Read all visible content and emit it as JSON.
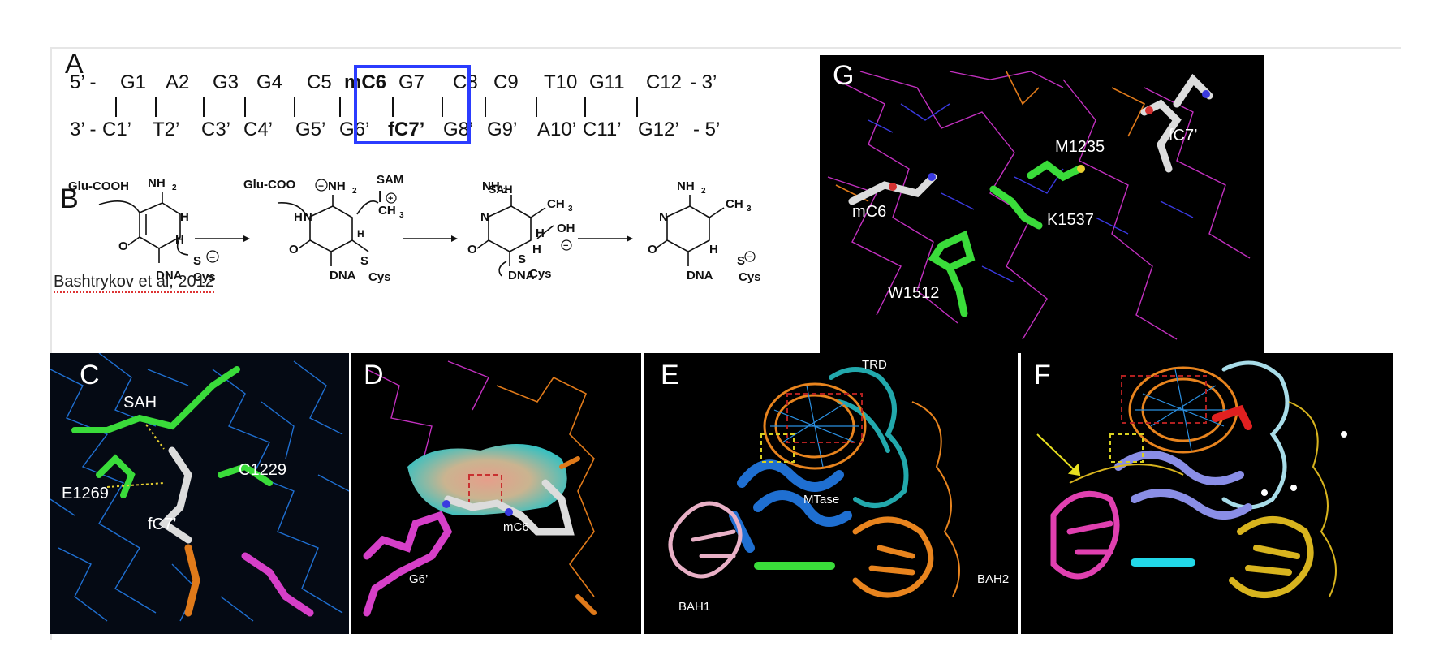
{
  "panels": {
    "A": {
      "letter": "A",
      "strand_top": [
        "5’ -",
        "G1",
        "A2",
        "G3",
        "G4",
        "C5",
        "mC6",
        "G7",
        "C8",
        "C9",
        "T10",
        "G11",
        "C12",
        "- 3’"
      ],
      "strand_bottom": [
        "3’ -",
        "C1’",
        "T2’",
        "C3’",
        "C4’",
        "G5’",
        "G6’",
        "fC7’",
        "G8’",
        "G9’",
        "A10’",
        "C11’",
        "G12’",
        "- 5’"
      ]
    },
    "B": {
      "letter": "B",
      "glu_cooh": "Glu-COOH",
      "glu_coo": "Glu-COO",
      "sam": "SAM",
      "ch3": "CH",
      "sah": "SAH",
      "nh2": "NH",
      "dna": "DNA",
      "cys": "Cys",
      "oh": "OH",
      "citation": "Bashtrykov et al, 2012"
    },
    "C": {
      "letter": "C",
      "labels": {
        "sah": "SAH",
        "e1269": "E1269",
        "c1229": "C1229",
        "fc7": "fC7’"
      }
    },
    "D": {
      "letter": "D",
      "labels": {
        "mc6": "mC6",
        "g6": "G6’"
      }
    },
    "E": {
      "letter": "E",
      "labels": {
        "trd": "TRD",
        "mtase": "MTase",
        "bah1": "BAH1",
        "bah2": "BAH2"
      }
    },
    "F": {
      "letter": "F"
    },
    "G": {
      "letter": "G",
      "labels": {
        "m1235": "M1235",
        "fc7": "fC7’",
        "mc6": "mC6",
        "k1537": "K1537",
        "w1512": "W1512"
      }
    }
  },
  "colors": {
    "box_blue": "#2b3cff",
    "dna_magenta": "#d23cc8",
    "dna_orange": "#e07a1a",
    "protein_blue": "#1f6fd1",
    "stick_green": "#3adc3a",
    "cyan": "#22c4c8",
    "gold": "#d4b01a",
    "pink": "#e0a8c0",
    "lavender": "#8a8ee6"
  }
}
